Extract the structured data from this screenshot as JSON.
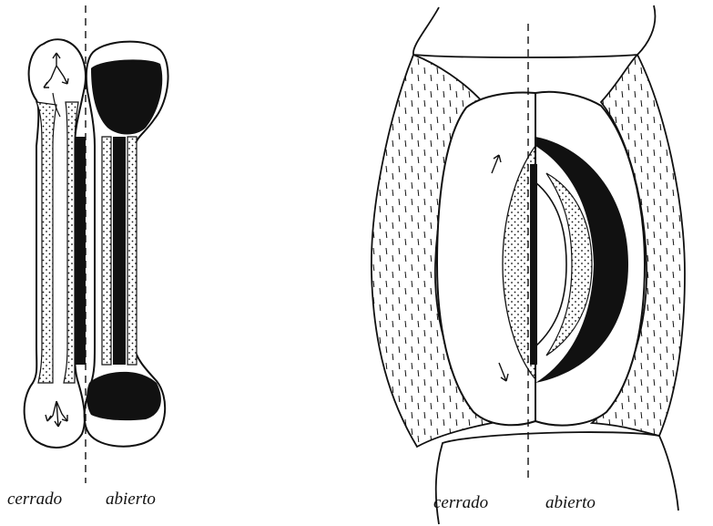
{
  "figure": {
    "left": {
      "closed_label": "cerrado",
      "open_label": "abierto"
    },
    "right": {
      "closed_label": "cerrado",
      "open_label": "abierto"
    }
  }
}
